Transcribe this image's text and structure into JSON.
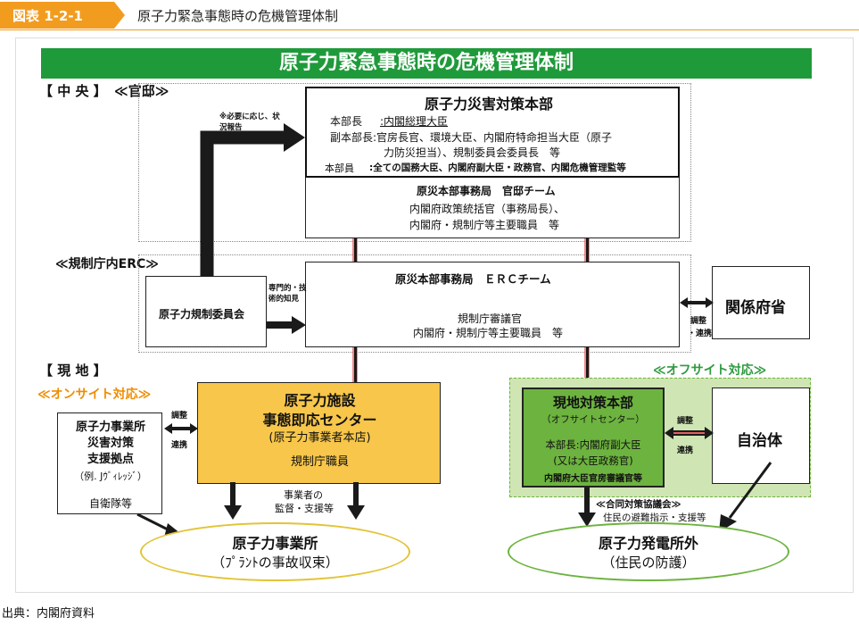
{
  "header": {
    "fig_label": "図表 1-2-1",
    "fig_title": "原子力緊急事態時の危機管理体制"
  },
  "banner": {
    "title": "原子力緊急事態時の危機管理体制"
  },
  "labels": {
    "central": "【 中 央 】",
    "kantei": "≪官邸≫",
    "erc": "≪規制庁内ERC≫",
    "local": "【 現 地 】",
    "onsite": "≪オンサイト対応≫",
    "offsite": "≪オフサイト対応≫"
  },
  "hq": {
    "title": "原子力災害対策本部",
    "chief_label": "本部長",
    "chief_value": ":内閣総理大臣",
    "deputy_line1": "副本部長:官房長官、環境大臣、内閣府特命担当大臣（原子",
    "deputy_line2": "力防災担当）、規制委員会委員長　等",
    "member_label": "本部員",
    "member_value": ":全ての国務大臣、内閣府副大臣・政務官、内閣危機管理監等"
  },
  "kantei_team": {
    "title": "原災本部事務局　官邸チーム",
    "line1": "内閣府政策統括官（事務局長）、",
    "line2": "内閣府・規制庁等主要職員　等"
  },
  "erc_team": {
    "title": "原災本部事務局　ＥＲＣチーム",
    "line1": "規制庁審議官",
    "line2": "内閣府・規制庁等主要職員　等"
  },
  "nra": {
    "title": "原子力規制委員会"
  },
  "ministries": {
    "title": "関係府省"
  },
  "annotations": {
    "report1": "※必要に応じ、状",
    "report2": "況報告",
    "expert1": "専門的・技",
    "expert2": "術的知見",
    "coord_a1": "調整",
    "coord_a2": "・連携",
    "coord_b1": "調整",
    "coord_b2": "連携",
    "coord_c1": "調整",
    "coord_c2": "連携",
    "supervise1": "事業者の",
    "supervise2": "監督・支援等",
    "council": "≪合同対策協議会≫",
    "evac": "住民の避難指示・支援等"
  },
  "ert_center": {
    "line1": "原子力施設",
    "line2": "事態即応センター",
    "line3": "(原子力事業者本店)",
    "line4": "規制庁職員"
  },
  "support_base": {
    "line1": "原子力事業所",
    "line2": "災害対策",
    "line3": "支援拠点",
    "line4": "（例. Jｳﾞｨﾚｯｼﾞ）",
    "line5": "自衛隊等"
  },
  "local_hq": {
    "line1": "現地対策本部",
    "line2": "（オフサイトセンター）",
    "line3": "本部長:内閣府副大臣",
    "line4": "(又は大臣政務官)",
    "line5": "内閣府大臣官房審議官等"
  },
  "municipality": {
    "title": "自治体"
  },
  "plant": {
    "line1": "原子力事業所",
    "line2": "（ﾌﾟﾗﾝﾄの事故収束）"
  },
  "outside": {
    "line1": "原子力発電所外",
    "line2": "（住民の防護）"
  },
  "footer": {
    "source": "出典：内閣府資料"
  },
  "colors": {
    "header_orange": "#f29c1f",
    "banner_green": "#1f9a3a",
    "ert_yellow": "#f7c64a",
    "local_hq_green": "#6db33f",
    "offsite_bg": "#cfe6b4",
    "oval_border": "#e2c437",
    "label_orange": "#f08c00",
    "label_green": "#2e9b3f",
    "red_bar": "#f08a8a"
  }
}
